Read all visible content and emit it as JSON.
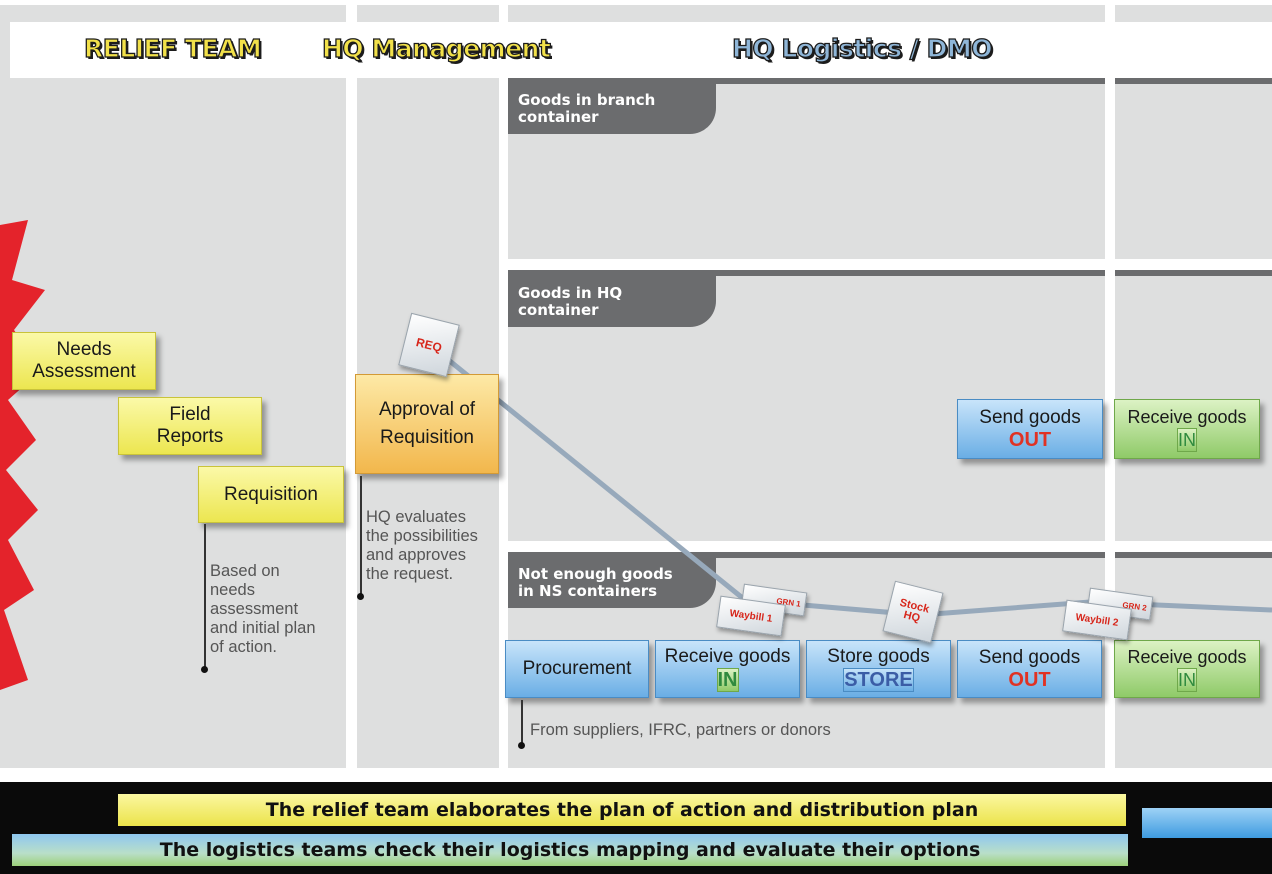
{
  "columns": {
    "relief_team": "RELIEF TEAM",
    "hq_management": "HQ Management",
    "hq_logistics": "HQ Logistics / DMO"
  },
  "tabs": {
    "branch": [
      "Goods in branch",
      "container"
    ],
    "hq": [
      "Goods in HQ",
      "container"
    ],
    "ns": [
      "Not enough goods",
      "in NS containers"
    ]
  },
  "boxes": {
    "needs_assessment": [
      "Needs",
      "Assessment"
    ],
    "field_reports": [
      "Field",
      "Reports"
    ],
    "requisition": "Requisition",
    "approval": [
      "Approval of",
      "Requisition"
    ],
    "procurement": "Procurement",
    "receive_goods_label": "Receive goods",
    "receive_goods_sub": "IN",
    "store_goods_label": "Store goods",
    "store_goods_sub": "STORE",
    "send_goods_label": "Send goods",
    "send_goods_sub": "OUT"
  },
  "notes": {
    "requisition_note": [
      "Based on",
      "needs",
      "assessment",
      "and initial plan",
      "of action."
    ],
    "approval_note": [
      "HQ evaluates",
      "the possibilities",
      "and approves",
      "the request."
    ],
    "procurement_note": "From suppliers, IFRC, partners or donors"
  },
  "documents": {
    "req": "REQ",
    "waybill1": "Waybill 1",
    "grn1": "GRN 1",
    "stock_hq": [
      "Stock",
      "HQ"
    ],
    "waybill2": "Waybill 2",
    "grn2": "GRN 2"
  },
  "bands": {
    "relief": "The relief team elaborates the plan of action and distribution plan",
    "logistics": "The logistics teams check their logistics mapping and evaluate their options"
  },
  "colors": {
    "lane": "#dedfdf",
    "tab": "#6b6c6e",
    "red_burst": "#e4232b",
    "out": "#e03224",
    "in": "#2f8a3e",
    "store": "#3b5da6"
  }
}
